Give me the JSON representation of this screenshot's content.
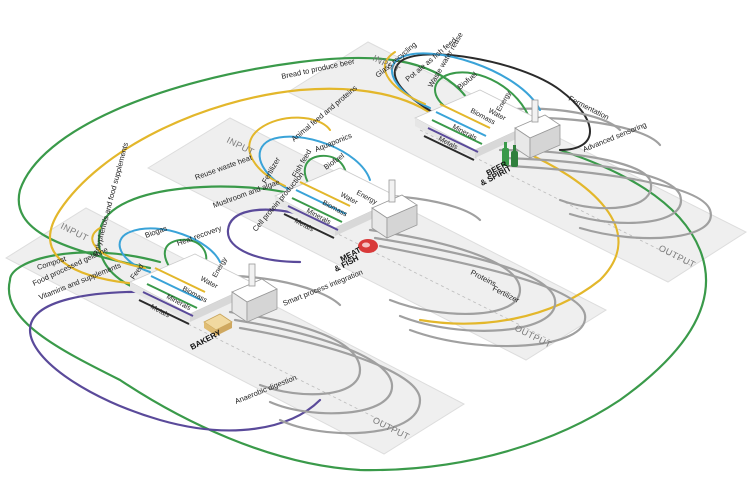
{
  "colors": {
    "yellow": "#e3b72b",
    "green": "#3a9a4a",
    "blue": "#3aa3d8",
    "gray": "#9a9a9a",
    "purple": "#5a4a9a",
    "dark": "#2b2b2b",
    "plate": "#eeeeee"
  },
  "labels": {
    "input": "INPUT",
    "output": "OUTPUT"
  },
  "resources": {
    "energy": "Energy",
    "water": "Water",
    "biomass": "Biomass",
    "minerals": "Minerals",
    "metals": "Metals"
  },
  "facilities": {
    "bakery": "BAKERY",
    "meat_line1": "MEAT",
    "meat_line2": "& FISH",
    "beer_line1": "BEER",
    "beer_line2": "& SPIRIT"
  },
  "flows": {
    "bread_to_beer": "Bread to produce beer",
    "glass_recycling": "Glass recycling",
    "pot_ale_fish_feed": "Pot ale as fish feed",
    "waste_water_reuse": "Waste water reuse",
    "biofuel_top": "Biofuel",
    "fermentation": "Fermentation",
    "advanced_sensoring": "Advanced sensoring",
    "animal_feed_proteins": "Animal feed and proteins",
    "aquaponics": "Aquaponics",
    "biofuel_mid": "Biofuel",
    "fish_feed": "Fish feed",
    "fertilizer_mid": "Fertilizer",
    "reuse_waste_heat": "Reuse waste heat",
    "mushroom_algae": "Mushroom and algae",
    "cell_protein": "Cell protein production",
    "proteins": "Proteins",
    "fertilizer_out": "Fertilizer",
    "biogas": "Biogas",
    "heat_recovery": "Heat recovery",
    "compost": "Compost",
    "polyphenols": "Polyphenols and food supplements",
    "food_processed_gelatine": "Food processed gelatine",
    "vitamins_supplements": "Vitamins and supplements",
    "feed": "Feed",
    "smart_process": "Smart process integration",
    "anaerobic_digestion": "Anaerobic digestion"
  }
}
